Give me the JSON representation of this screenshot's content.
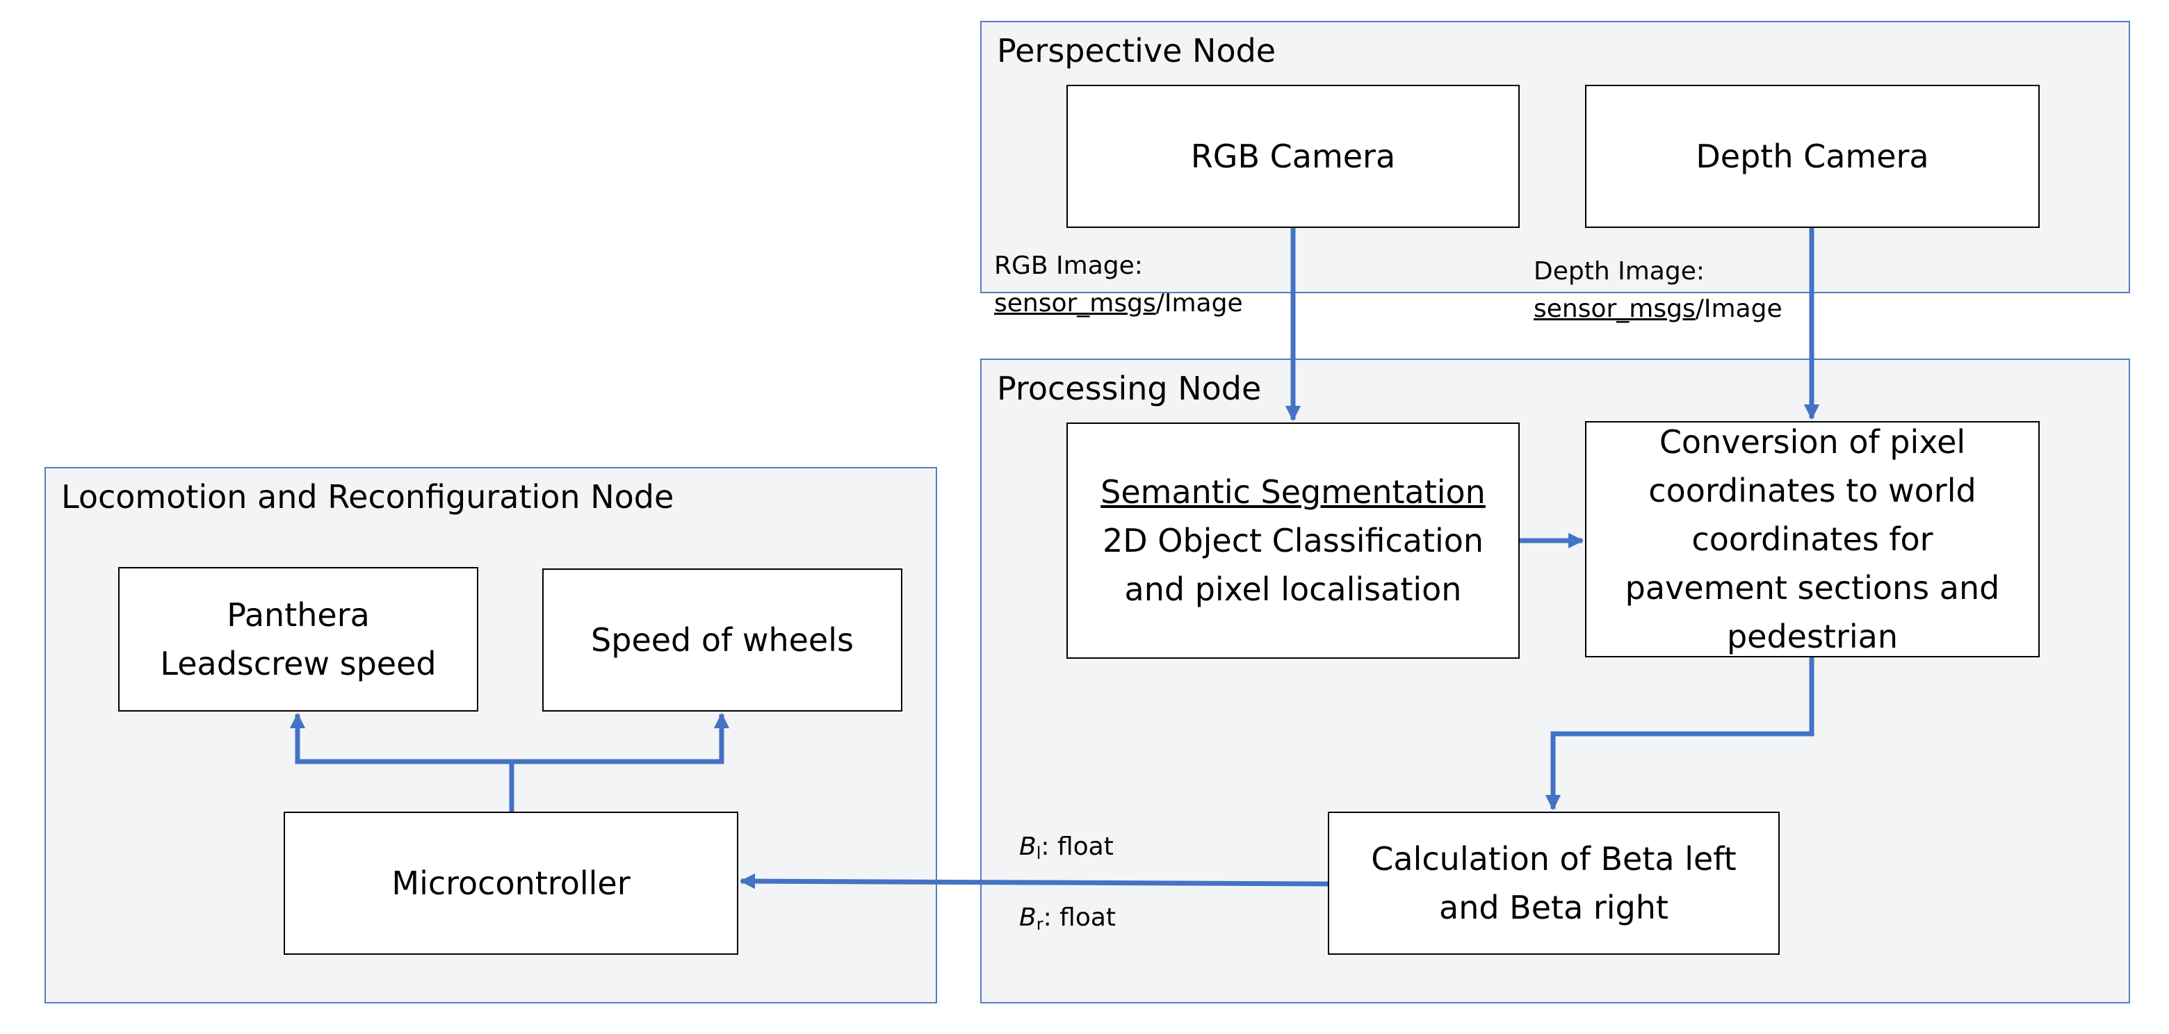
{
  "colors": {
    "arrow": "#4472c4",
    "group_border": "#4f7fc0",
    "group_fill": "#f3f4f5"
  },
  "groups": {
    "perspective": "Perspective Node",
    "processing": "Processing Node",
    "locomotion": "Locomotion and Reconfiguration Node"
  },
  "boxes": {
    "rgb_camera": "RGB Camera",
    "depth_camera": "Depth Camera",
    "semantic": {
      "line1": "Semantic Segmentation",
      "line2": "2D Object Classification",
      "line3": "and pixel localisation"
    },
    "conversion": {
      "line1": "Conversion of pixel",
      "line2": "coordinates to world",
      "line3": "coordinates for",
      "line4": "pavement sections and",
      "line5": "pedestrian"
    },
    "calculation": {
      "line1": "Calculation of Beta left",
      "line2": "and Beta right"
    },
    "panthera": {
      "line1": "Panthera",
      "line2": "Leadscrew speed"
    },
    "wheels": "Speed of wheels",
    "microcontroller": "Microcontroller"
  },
  "labels": {
    "rgb": {
      "line1": "RGB Image:",
      "pkg": "sensor_msgs",
      "type": "/Image"
    },
    "depth": {
      "line1": "Depth Image:",
      "pkg": "sensor_msgs",
      "type": "/Image"
    },
    "beta_l": {
      "sym": "B",
      "sub": "l",
      "rest": ": float"
    },
    "beta_r": {
      "sym": "B",
      "sub": "r",
      "rest": ": float"
    }
  }
}
